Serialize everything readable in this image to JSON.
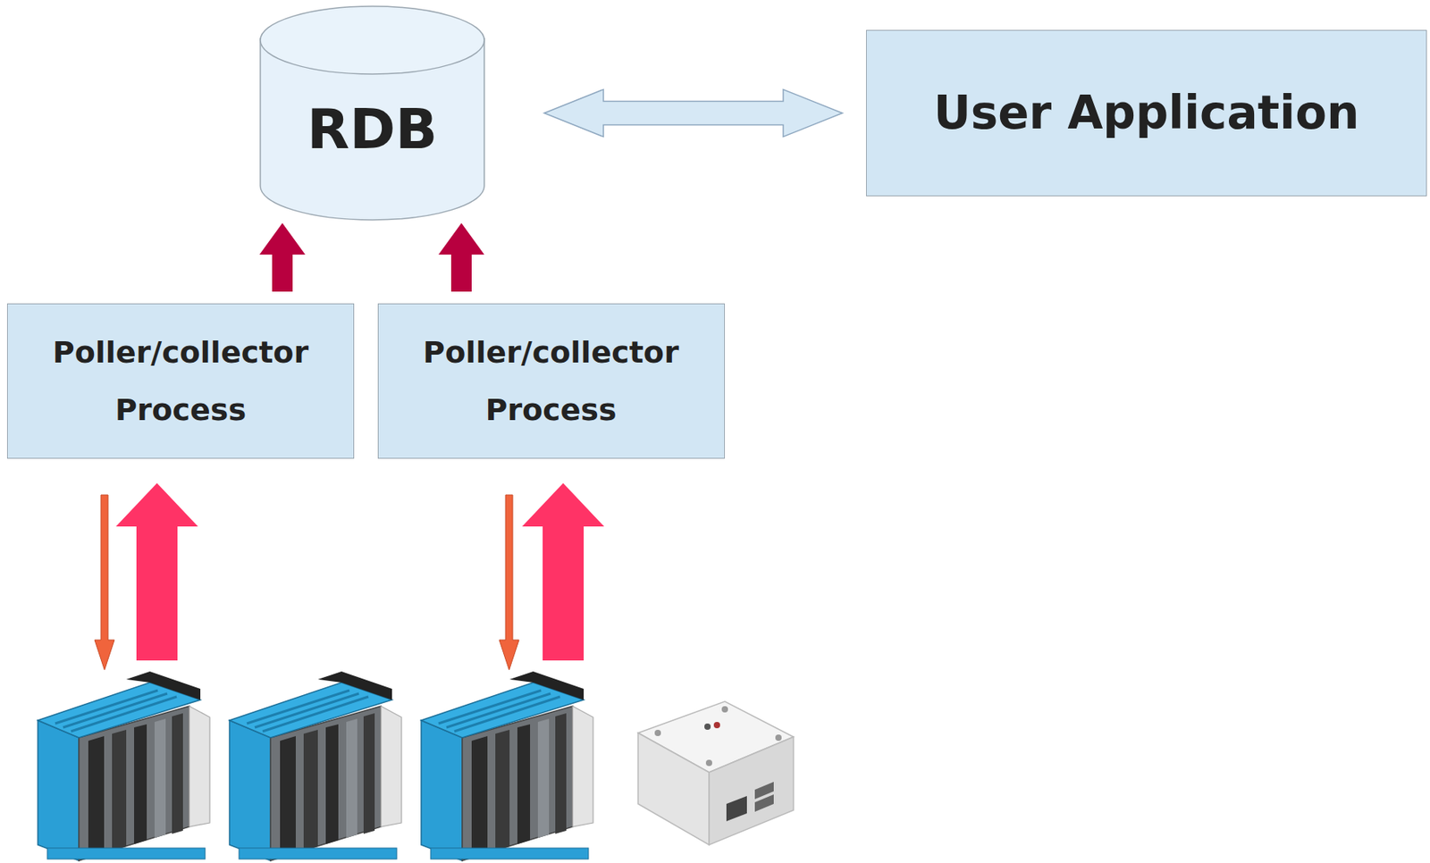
{
  "diagram": {
    "nodes": [
      {
        "text": [
          "RDB"
        ]
      },
      {
        "text": [
          "User Application"
        ]
      },
      {
        "text": [
          "Poller/collector Process"
        ]
      },
      {
        "text": [
          "Poller/collector Process"
        ]
      }
    ],
    "edges": [
      {
        "from": 2,
        "to": 0,
        "arrow": "to"
      },
      {
        "from": 3,
        "to": 0,
        "arrow": "to"
      },
      {
        "from": 0,
        "to": 1,
        "arrow": "both"
      }
    ]
  }
}
